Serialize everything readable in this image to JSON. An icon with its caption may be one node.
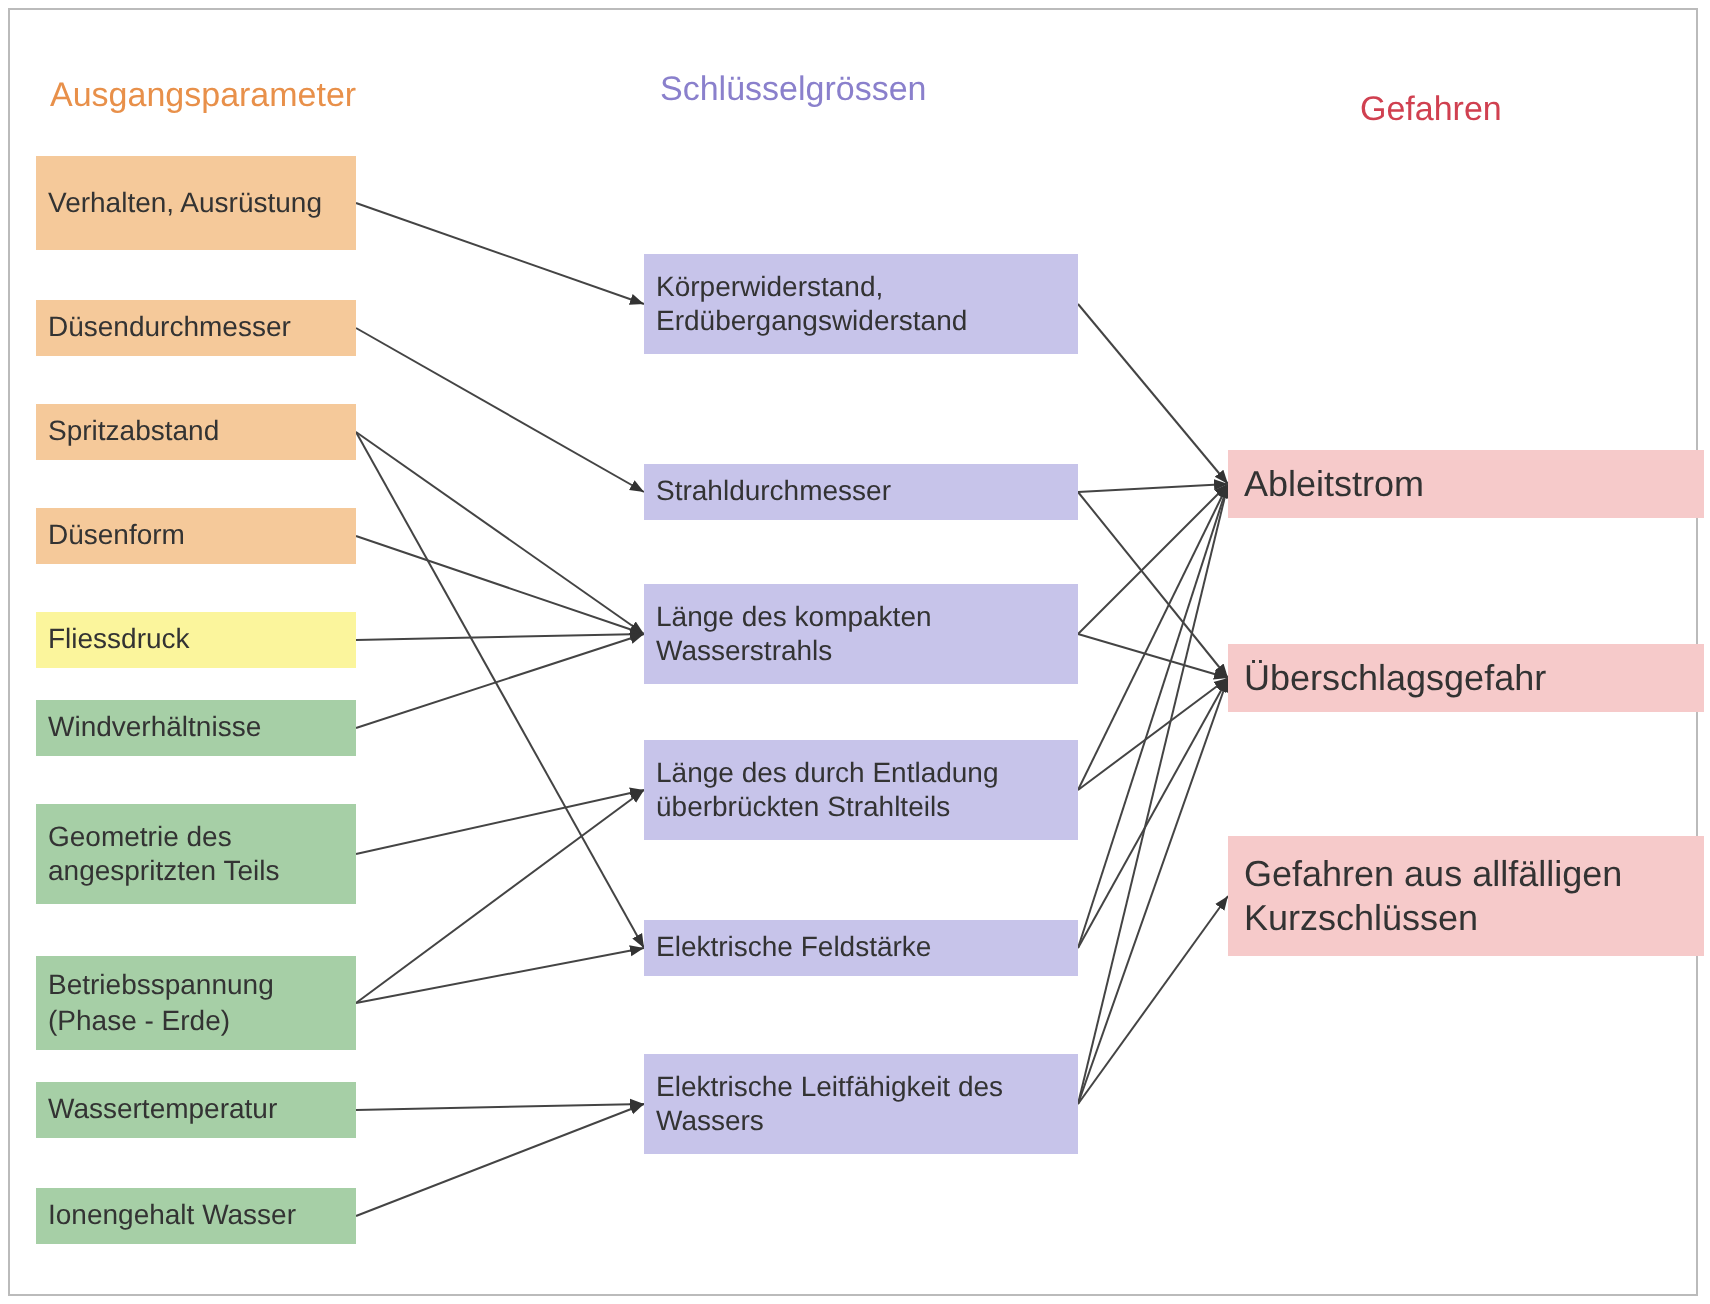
{
  "diagram": {
    "nodes": [
      {
        "text": [
          "Verhalten, Ausrüstung"
        ]
      },
      {
        "text": [
          "Düsendurchmesser"
        ]
      },
      {
        "text": [
          "Spritzabstand"
        ]
      },
      {
        "text": [
          "Düsenform"
        ]
      },
      {
        "text": [
          "Fliessdruck"
        ]
      },
      {
        "text": [
          "Windverhältnisse"
        ]
      },
      {
        "text": [
          "Geometrie des angespritzten Teils"
        ]
      },
      {
        "text": [
          "Betriebsspannung (Phase - Erde)"
        ]
      },
      {
        "text": [
          "Wassertemperatur"
        ]
      },
      {
        "text": [
          "Ionengehalt Wasser"
        ]
      },
      {
        "text": [
          "Körperwiderstand, Erdübergangswiderstand"
        ]
      },
      {
        "text": [
          "Strahldurchmesser"
        ]
      },
      {
        "text": [
          "Länge des kompakten Wasserstrahls"
        ]
      },
      {
        "text": [
          "Länge des durch Entladung überbrückten Strahlteils"
        ]
      },
      {
        "text": [
          "Elektrische Feldstärke"
        ]
      },
      {
        "text": [
          "Elektrische Leitfähigkeit des Wassers"
        ]
      },
      {
        "text": [
          "Ableitstrom"
        ]
      },
      {
        "text": [
          "Überschlagsgefahr"
        ]
      },
      {
        "text": [
          "Gefahren aus allfälligen Kurzschlüssen"
        ]
      }
    ],
    "edges": [
      {
        "from": 0,
        "to": 10,
        "arrow": "to"
      },
      {
        "from": 1,
        "to": 11,
        "arrow": "to"
      },
      {
        "from": 2,
        "to": 12,
        "arrow": "to"
      },
      {
        "from": 2,
        "to": 14,
        "arrow": "to"
      },
      {
        "from": 3,
        "to": 12,
        "arrow": "to"
      },
      {
        "from": 4,
        "to": 12,
        "arrow": "to"
      },
      {
        "from": 5,
        "to": 12,
        "arrow": "to"
      },
      {
        "from": 6,
        "to": 13,
        "arrow": "to"
      },
      {
        "from": 7,
        "to": 13,
        "arrow": "to"
      },
      {
        "from": 7,
        "to": 14,
        "arrow": "to"
      },
      {
        "from": 8,
        "to": 15,
        "arrow": "to"
      },
      {
        "from": 9,
        "to": 15,
        "arrow": "to"
      },
      {
        "from": 10,
        "to": 16,
        "arrow": "to"
      },
      {
        "from": 11,
        "to": 16,
        "arrow": "to"
      },
      {
        "from": 11,
        "to": 17,
        "arrow": "to"
      },
      {
        "from": 12,
        "to": 16,
        "arrow": "to"
      },
      {
        "from": 12,
        "to": 17,
        "arrow": "to"
      },
      {
        "from": 13,
        "to": 16,
        "arrow": "to"
      },
      {
        "from": 13,
        "to": 17,
        "arrow": "to"
      },
      {
        "from": 14,
        "to": 16,
        "arrow": "to"
      },
      {
        "from": 14,
        "to": 17,
        "arrow": "to"
      },
      {
        "from": 15,
        "to": 16,
        "arrow": "to"
      },
      {
        "from": 15,
        "to": 17,
        "arrow": "to"
      },
      {
        "from": 15,
        "to": 18,
        "arrow": "to"
      }
    ],
    "labels": [
      "Ausgangsparameter",
      "Schlüsselgrössen",
      "Gefahren"
    ]
  }
}
